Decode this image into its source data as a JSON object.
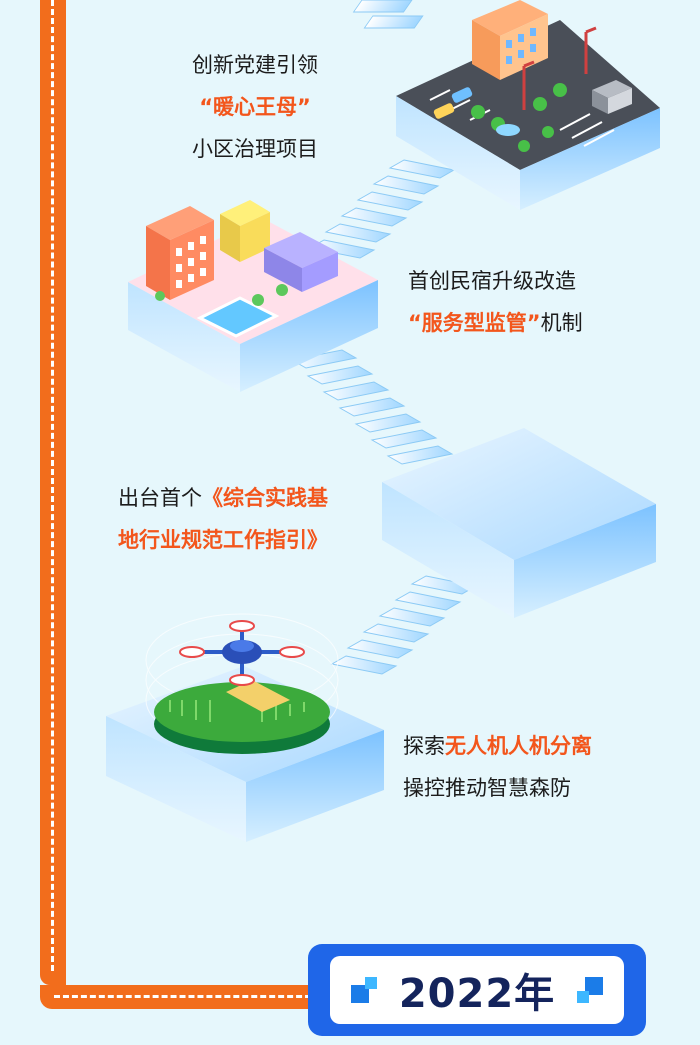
{
  "items": [
    {
      "line1": "创新党建引领",
      "line2": "“暖心王母”",
      "line3": "小区治理项目"
    },
    {
      "line1": "首创民宿升级改造",
      "line2_hl": "“服务型监管”",
      "line2_rest": "机制"
    },
    {
      "line1_pre": "出台首个",
      "line1_hl": "《综合实践基",
      "line2_hl": "地行业规范工作指引》"
    },
    {
      "line1_pre": "探索",
      "line1_hl": "无人机人机分离",
      "line2": "操控推动智慧森防"
    }
  ],
  "year": {
    "label": "2022年"
  },
  "colors": {
    "accent_orange": "#f26d1c",
    "highlight": "#f3561c",
    "brand_blue": "#1f66e8",
    "year_text": "#14245c",
    "background": "#e6f7fc"
  }
}
